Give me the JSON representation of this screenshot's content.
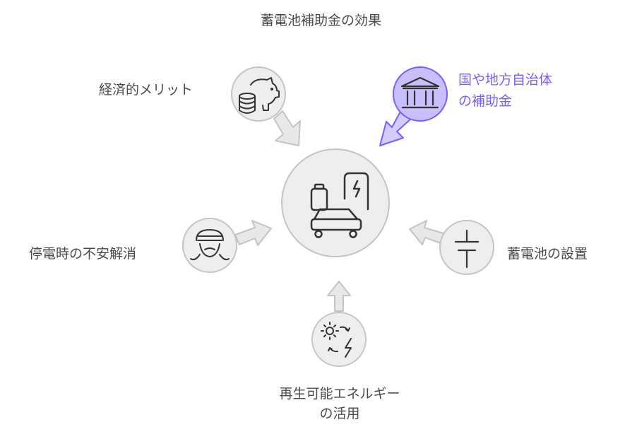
{
  "title": "蓄電池補助金の効果",
  "center": {
    "icon": "ev-charging-icon"
  },
  "nodes": {
    "subsidy": {
      "line1": "国や地方自治体",
      "line2": "の補助金",
      "icon": "bank-icon",
      "color": "#7a5cff"
    },
    "economic": {
      "label": "経済的メリット",
      "icon": "piggy-bank-coins-icon"
    },
    "install": {
      "label": "蓄電池の設置",
      "icon": "battery-symbol-icon"
    },
    "outage": {
      "label": "停電時の不安解消",
      "icon": "worried-face-icon"
    },
    "renewable": {
      "line1": "再生可能エネルギー",
      "line2": "の活用",
      "icon": "solar-energy-cycle-icon"
    }
  },
  "colors": {
    "node_fill": "#eeeeee",
    "node_stroke": "#c4c4c4",
    "icon_stroke": "#333333",
    "accent_fill": "#c8bffd",
    "accent_stroke": "#7a5cff"
  }
}
